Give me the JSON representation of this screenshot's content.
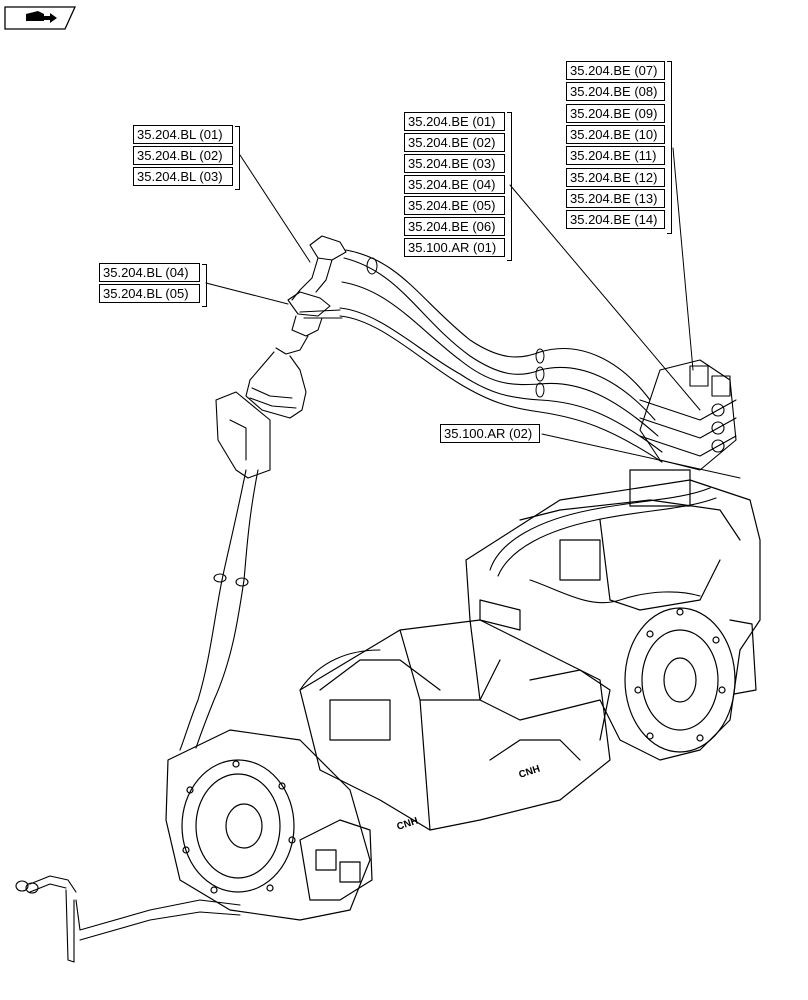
{
  "nav_icon": "book-arrow-icon",
  "groups": {
    "bl_top": [
      "35.204.BL (01)",
      "35.204.BL (02)",
      "35.204.BL (03)"
    ],
    "bl_mid": [
      "35.204.BL (04)",
      "35.204.BL (05)"
    ],
    "be_left": [
      "35.204.BE (01)",
      "35.204.BE (02)",
      "35.204.BE (03)",
      "35.204.BE (04)",
      "35.204.BE (05)",
      "35.204.BE (06)",
      "35.100.AR (01)"
    ],
    "be_right": [
      "35.204.BE (07)",
      "35.204.BE (08)",
      "35.204.BE (09)",
      "35.204.BE (10)",
      "35.204.BE (11)",
      "35.204.BE (12)",
      "35.204.BE (13)",
      "35.204.BE (14)"
    ],
    "ar_single": [
      "35.100.AR (02)"
    ]
  },
  "logos": [
    "CNH",
    "CNH"
  ]
}
